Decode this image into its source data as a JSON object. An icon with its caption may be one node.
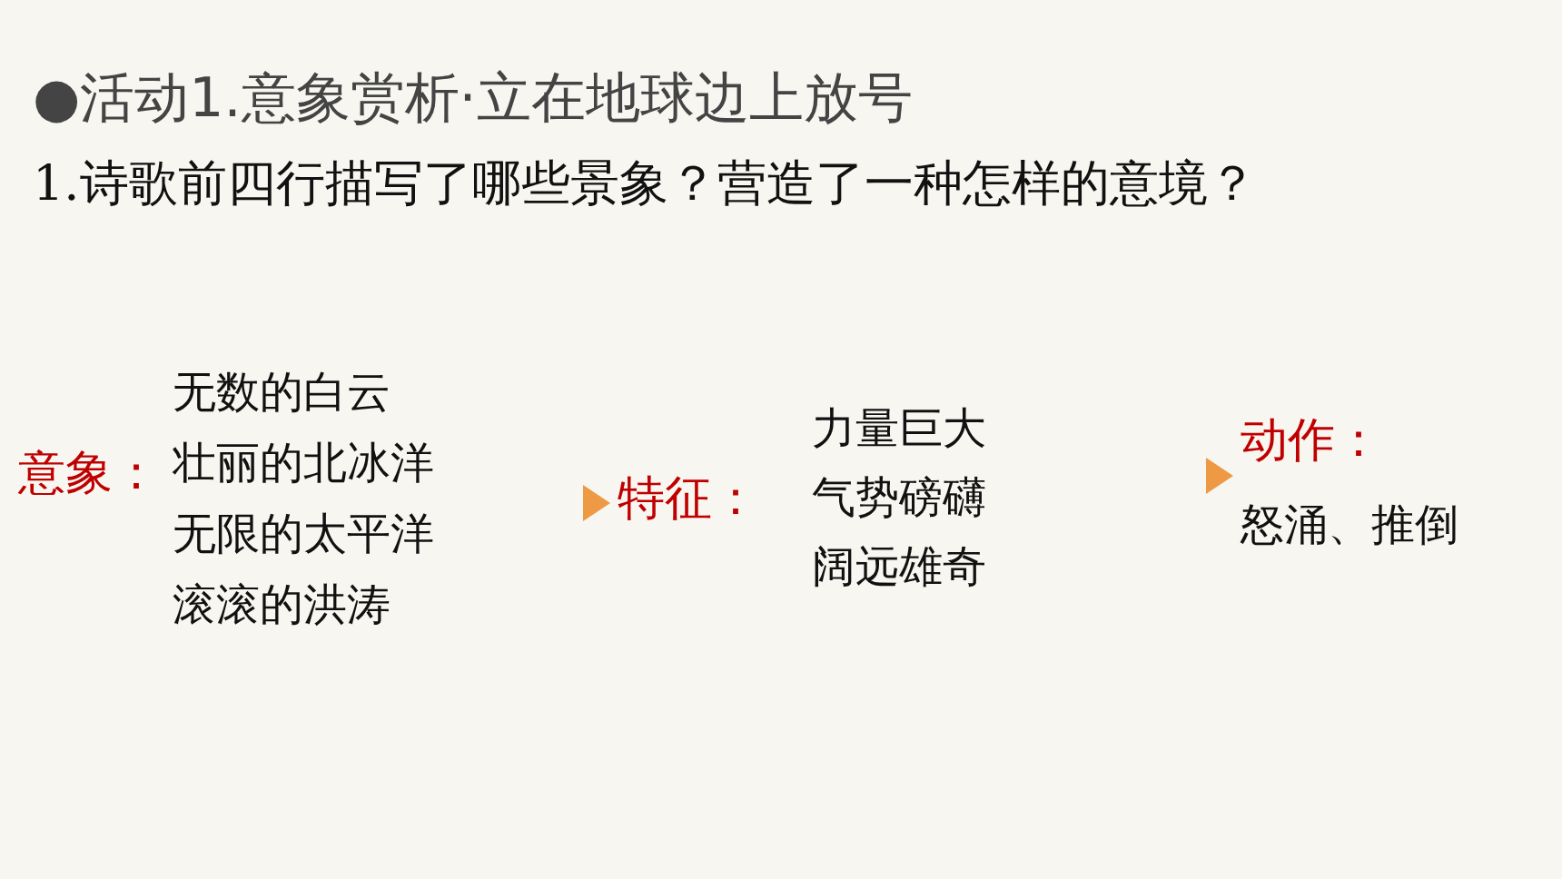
{
  "diagram": {
    "title": "●活动1.意象赏析·立在地球边上放号",
    "nodes": [
      {
        "text": [
          "意象：",
          "无数的白云",
          "壮丽的北冰洋",
          "无限的太平洋",
          "滚滚的洪涛"
        ]
      },
      {
        "text": [
          "特征：",
          "力量巨大",
          "气势磅礴",
          "阔远雄奇"
        ]
      },
      {
        "text": [
          "动作：",
          "怒涌、推倒"
        ]
      }
    ],
    "edges": [
      {
        "from": 0,
        "to": 1,
        "arrow": "to"
      },
      {
        "from": 1,
        "to": 2,
        "arrow": "to"
      }
    ],
    "labels": [
      "1.诗歌前四行描写了哪些景象？营造了一种怎样的意境？"
    ]
  }
}
